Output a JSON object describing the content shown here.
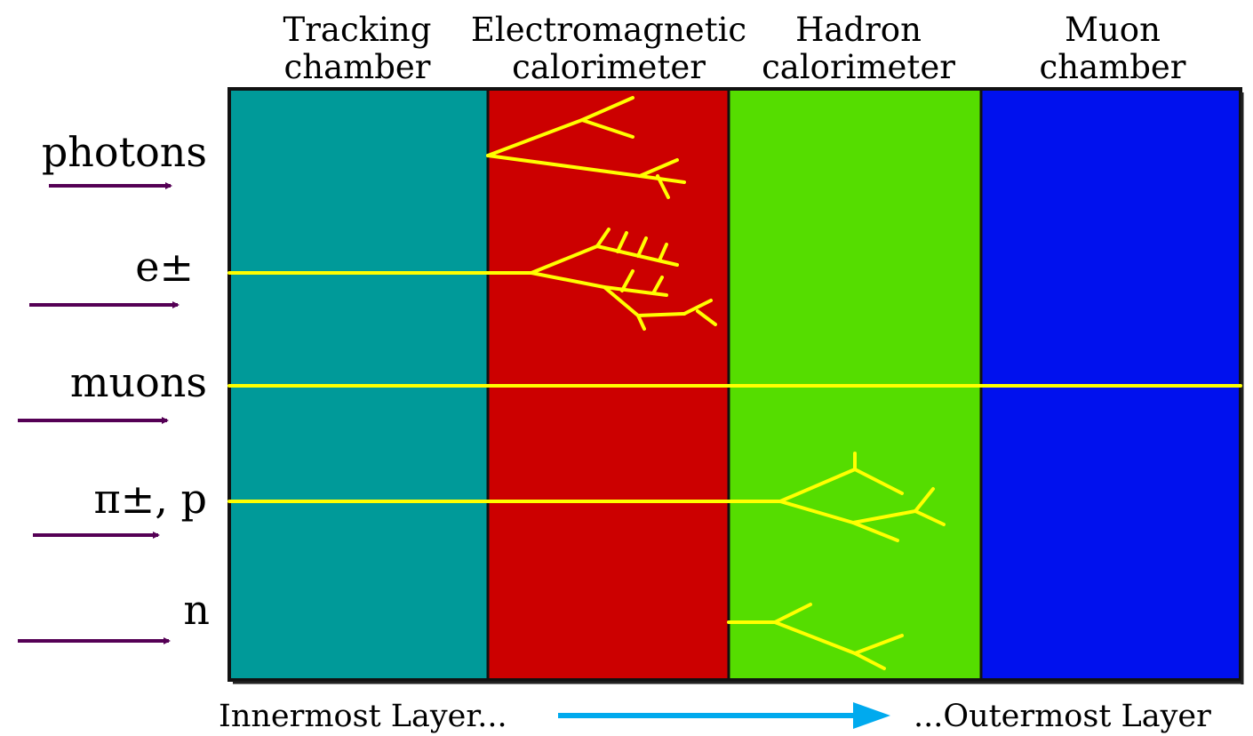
{
  "layers": [
    {
      "name_line1": "Tracking",
      "name_line2": "chamber",
      "color": "#009a99"
    },
    {
      "name_line1": "Electromagnetic",
      "name_line2": "calorimeter",
      "color": "#cc0000"
    },
    {
      "name_line1": "Hadron",
      "name_line2": "calorimeter",
      "color": "#55dd00"
    },
    {
      "name_line1": "Muon",
      "name_line2": "chamber",
      "color": "#0011ee"
    }
  ],
  "particles": [
    "photons",
    "e±",
    "muons",
    "π±, p",
    "n"
  ],
  "footer": {
    "left": "Innermost Layer...",
    "right": "...Outermost Layer"
  },
  "colors": {
    "track": "#ffff00",
    "arrow": "#550055",
    "direction_arrow": "#00aaee",
    "frame": "#111111"
  }
}
